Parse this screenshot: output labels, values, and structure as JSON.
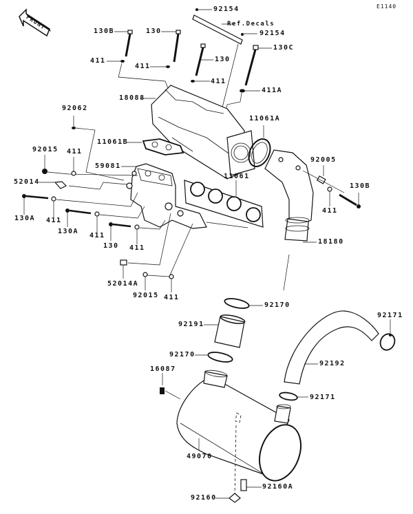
{
  "diagram": {
    "code": "E1140",
    "front_indicator": "FRONT",
    "labels": [
      {
        "id": "l1",
        "text": "92154"
      },
      {
        "id": "l2",
        "text": "Ref.Decals"
      },
      {
        "id": "l3",
        "text": "92154"
      },
      {
        "id": "l4",
        "text": "130B"
      },
      {
        "id": "l5",
        "text": "130"
      },
      {
        "id": "l6",
        "text": "130C"
      },
      {
        "id": "l7",
        "text": "130"
      },
      {
        "id": "l8",
        "text": "411"
      },
      {
        "id": "l9",
        "text": "411"
      },
      {
        "id": "l10",
        "text": "411"
      },
      {
        "id": "l11",
        "text": "411A"
      },
      {
        "id": "l12",
        "text": "18088"
      },
      {
        "id": "l13",
        "text": "11061A"
      },
      {
        "id": "l14",
        "text": "92062"
      },
      {
        "id": "l15",
        "text": "11061B"
      },
      {
        "id": "l16",
        "text": "92015"
      },
      {
        "id": "l17",
        "text": "411"
      },
      {
        "id": "l18",
        "text": "59081"
      },
      {
        "id": "l19",
        "text": "52014"
      },
      {
        "id": "l20",
        "text": "11061"
      },
      {
        "id": "l21",
        "text": "92005"
      },
      {
        "id": "l22",
        "text": "130B"
      },
      {
        "id": "l23",
        "text": "411"
      },
      {
        "id": "l24",
        "text": "130A"
      },
      {
        "id": "l25",
        "text": "411"
      },
      {
        "id": "l26",
        "text": "130A"
      },
      {
        "id": "l27",
        "text": "411"
      },
      {
        "id": "l28",
        "text": "130"
      },
      {
        "id": "l29",
        "text": "411"
      },
      {
        "id": "l30",
        "text": "18180"
      },
      {
        "id": "l31",
        "text": "52014A"
      },
      {
        "id": "l32",
        "text": "92015"
      },
      {
        "id": "l33",
        "text": "411"
      },
      {
        "id": "l34",
        "text": "92170"
      },
      {
        "id": "l35",
        "text": "92171"
      },
      {
        "id": "l36",
        "text": "92191"
      },
      {
        "id": "l37",
        "text": "92170"
      },
      {
        "id": "l38",
        "text": "92192"
      },
      {
        "id": "l39",
        "text": "16087"
      },
      {
        "id": "l40",
        "text": "92171"
      },
      {
        "id": "l41",
        "text": "49070"
      },
      {
        "id": "l42",
        "text": "92160A"
      },
      {
        "id": "l43",
        "text": "92160"
      }
    ]
  }
}
